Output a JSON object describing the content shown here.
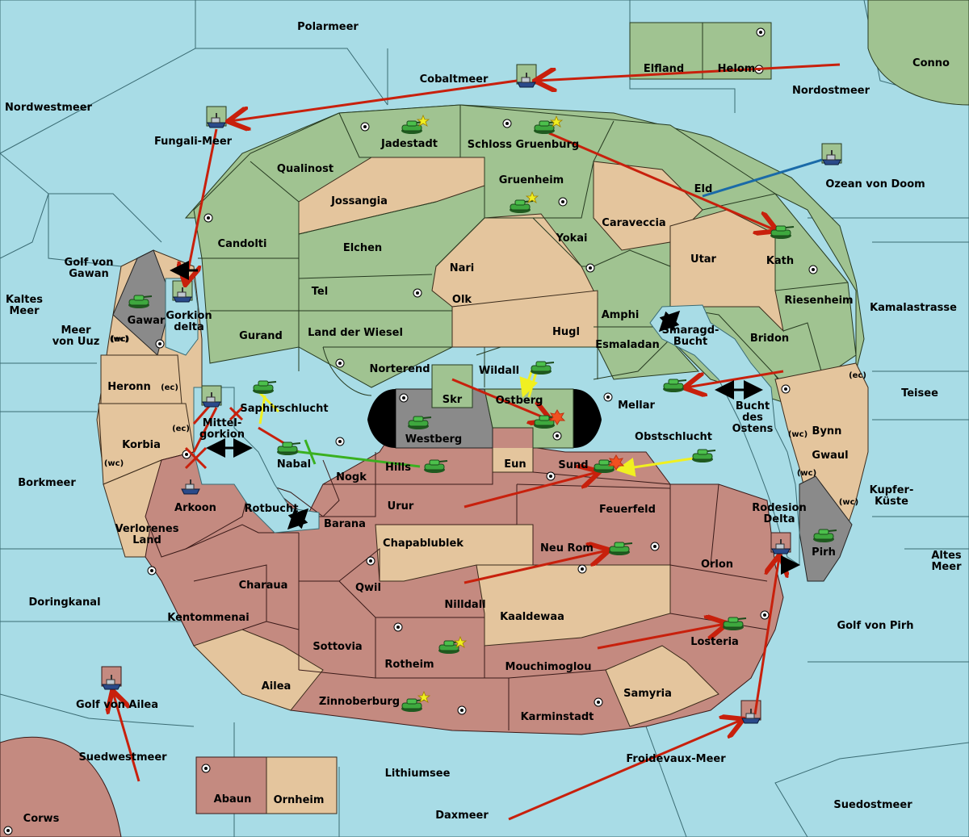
{
  "map": {
    "territories": [
      {
        "label": "Polarmeer",
        "type": "sea"
      },
      {
        "label": "Elfland",
        "type": "land",
        "owner": "green"
      },
      {
        "label": "Helom",
        "type": "land",
        "owner": "green"
      },
      {
        "label": "Conno",
        "type": "land",
        "owner": "green"
      },
      {
        "label": "Cobaltmeer",
        "type": "sea"
      },
      {
        "label": "Nordostmeer",
        "type": "sea"
      },
      {
        "label": "Nordwestmeer",
        "type": "sea"
      },
      {
        "label": "Fungali-Meer",
        "type": "sea"
      },
      {
        "label": "Jadestadt",
        "type": "land",
        "owner": "green"
      },
      {
        "label": "Schloss Gruenburg",
        "type": "land",
        "owner": "green"
      },
      {
        "label": "Qualinost",
        "type": "land",
        "owner": "green"
      },
      {
        "label": "Jossangia",
        "type": "land",
        "owner": "neutral"
      },
      {
        "label": "Gruenheim",
        "type": "land",
        "owner": "green"
      },
      {
        "label": "Eld",
        "type": "land",
        "owner": "green"
      },
      {
        "label": "Ozean von Doom",
        "type": "sea"
      },
      {
        "label": "Caraveccia",
        "type": "land",
        "owner": "neutral"
      },
      {
        "label": "Candolti",
        "type": "land",
        "owner": "green"
      },
      {
        "label": "Elchen",
        "type": "land",
        "owner": "green"
      },
      {
        "label": "Yokai",
        "type": "land",
        "owner": "green"
      },
      {
        "label": "Utar",
        "type": "land",
        "owner": "neutral"
      },
      {
        "label": "Kath",
        "type": "land",
        "owner": "green"
      },
      {
        "label": "Golf von Gawan",
        "type": "sea"
      },
      {
        "label": "Nari",
        "type": "land",
        "owner": "neutral"
      },
      {
        "label": "Tel",
        "type": "land",
        "owner": "green"
      },
      {
        "label": "Olk",
        "type": "land",
        "owner": "neutral"
      },
      {
        "label": "Riesenheim",
        "type": "land",
        "owner": "green"
      },
      {
        "label": "Kaltes Meer",
        "type": "sea"
      },
      {
        "label": "Gawar",
        "type": "land",
        "owner": "gray"
      },
      {
        "label": "Gorkion delta",
        "type": "land",
        "owner": "green"
      },
      {
        "label": "Amphi",
        "type": "land",
        "owner": "green"
      },
      {
        "label": "Kamalastrasse",
        "type": "sea"
      },
      {
        "label": "Meer von Uuz",
        "type": "sea"
      },
      {
        "label": "Gurand",
        "type": "land",
        "owner": "green"
      },
      {
        "label": "Land der Wiesel",
        "type": "land",
        "owner": "green"
      },
      {
        "label": "Hugl",
        "type": "land",
        "owner": "neutral"
      },
      {
        "label": "Smaragd-Bucht",
        "type": "sea"
      },
      {
        "label": "Bridon",
        "type": "land",
        "owner": "green"
      },
      {
        "label": "Esmaladan",
        "type": "land",
        "owner": "green"
      },
      {
        "label": "Norterend",
        "type": "land",
        "owner": "green"
      },
      {
        "label": "Wildall",
        "type": "land",
        "owner": "green"
      },
      {
        "label": "Heronn",
        "type": "land",
        "owner": "neutral"
      },
      {
        "label": "Skr",
        "type": "land",
        "owner": "green"
      },
      {
        "label": "Ostberg",
        "type": "land",
        "owner": "green"
      },
      {
        "label": "Mellar",
        "type": "land",
        "owner": "green"
      },
      {
        "label": "Teisee",
        "type": "sea"
      },
      {
        "label": "Saphirschlucht",
        "type": "land",
        "owner": "green"
      },
      {
        "label": "Mittel-gorkion",
        "type": "sea"
      },
      {
        "label": "Westberg",
        "type": "land",
        "owner": "gray"
      },
      {
        "label": "Bucht des Ostens",
        "type": "sea"
      },
      {
        "label": "Bynn",
        "type": "land",
        "owner": "neutral"
      },
      {
        "label": "Korbia",
        "type": "land",
        "owner": "neutral"
      },
      {
        "label": "Obstschlucht",
        "type": "land",
        "owner": "red"
      },
      {
        "label": "Nabal",
        "type": "land",
        "owner": "red"
      },
      {
        "label": "Hills",
        "type": "land",
        "owner": "red"
      },
      {
        "label": "Eun",
        "type": "land",
        "owner": "neutral"
      },
      {
        "label": "Sund",
        "type": "land",
        "owner": "red"
      },
      {
        "label": "Gwaul",
        "type": "land",
        "owner": "neutral"
      },
      {
        "label": "Borkmeer",
        "type": "sea"
      },
      {
        "label": "Nogk",
        "type": "land",
        "owner": "red"
      },
      {
        "label": "Kupfer-Küste",
        "type": "sea"
      },
      {
        "label": "Arkoon",
        "type": "land",
        "owner": "red"
      },
      {
        "label": "Rotbucht",
        "type": "sea"
      },
      {
        "label": "Urur",
        "type": "land",
        "owner": "red"
      },
      {
        "label": "Feuerfeld",
        "type": "land",
        "owner": "red"
      },
      {
        "label": "Rodesion Delta",
        "type": "land",
        "owner": "red"
      },
      {
        "label": "Verlorenes Land",
        "type": "land",
        "owner": "neutral"
      },
      {
        "label": "Barana",
        "type": "land",
        "owner": "red"
      },
      {
        "label": "Chapablublek",
        "type": "land",
        "owner": "neutral"
      },
      {
        "label": "Neu Rom",
        "type": "land",
        "owner": "red"
      },
      {
        "label": "Pirh",
        "type": "land",
        "owner": "gray"
      },
      {
        "label": "Altes Meer",
        "type": "sea"
      },
      {
        "label": "Orlon",
        "type": "land",
        "owner": "red"
      },
      {
        "label": "Charaua",
        "type": "land",
        "owner": "red"
      },
      {
        "label": "Qwil",
        "type": "land",
        "owner": "red"
      },
      {
        "label": "Doringkanal",
        "type": "sea"
      },
      {
        "label": "Nilldall",
        "type": "land",
        "owner": "red"
      },
      {
        "label": "Kaaldewaa",
        "type": "land",
        "owner": "neutral"
      },
      {
        "label": "Kentommenai",
        "type": "land",
        "owner": "red"
      },
      {
        "label": "Golf von Pirh",
        "type": "sea"
      },
      {
        "label": "Losteria",
        "type": "land",
        "owner": "red"
      },
      {
        "label": "Sottovia",
        "type": "land",
        "owner": "red"
      },
      {
        "label": "Rotheim",
        "type": "land",
        "owner": "red"
      },
      {
        "label": "Mouchimoglou",
        "type": "land",
        "owner": "red"
      },
      {
        "label": "Ailea",
        "type": "land",
        "owner": "neutral"
      },
      {
        "label": "Samyria",
        "type": "land",
        "owner": "neutral"
      },
      {
        "label": "Golf von Ailea",
        "type": "sea"
      },
      {
        "label": "Zinnoberburg",
        "type": "land",
        "owner": "red"
      },
      {
        "label": "Karminstadt",
        "type": "land",
        "owner": "red"
      },
      {
        "label": "Suedwestmeer",
        "type": "sea"
      },
      {
        "label": "Froidevaux-Meer",
        "type": "sea"
      },
      {
        "label": "Lithiumsee",
        "type": "sea"
      },
      {
        "label": "Abaun",
        "type": "land",
        "owner": "red"
      },
      {
        "label": "Ornheim",
        "type": "land",
        "owner": "neutral"
      },
      {
        "label": "Suedostmeer",
        "type": "sea"
      },
      {
        "label": "Corws",
        "type": "land",
        "owner": "red"
      },
      {
        "label": "Daxmeer",
        "type": "sea"
      }
    ],
    "coast_tags": [
      "(wc)",
      "(ec)",
      "(ec)",
      "(wc)",
      "(wc)",
      "(ec)",
      "(wc)",
      "(wc)",
      "(ec)"
    ],
    "colors": {
      "sea": "#a8dce6",
      "green": "#a0c391",
      "neutral": "#e4c59d",
      "red": "#c48a80",
      "gray": "#8a8a8a",
      "order": "#c8200c",
      "support": "#f0f020",
      "convoy": "#1a6aa8",
      "hold": "#3ab020"
    }
  }
}
